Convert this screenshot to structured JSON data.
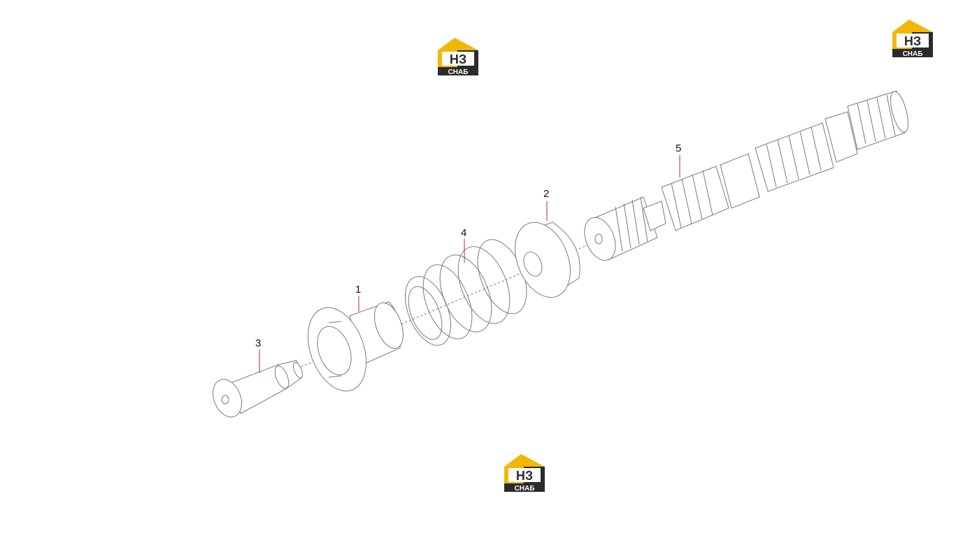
{
  "callouts": [
    {
      "id": "1",
      "label": "1"
    },
    {
      "id": "2",
      "label": "2"
    },
    {
      "id": "3",
      "label": "3"
    },
    {
      "id": "4",
      "label": "4"
    },
    {
      "id": "5",
      "label": "5"
    }
  ],
  "logo": {
    "mark": "НЗ",
    "sub": "СНАБ",
    "colors": {
      "yellow": "#f2b705",
      "dark": "#2b2b2b",
      "white": "#ffffff"
    }
  },
  "colors": {
    "line": "#7a7a7a",
    "axis": "#3a4cc0",
    "leader": "#c0262d"
  }
}
